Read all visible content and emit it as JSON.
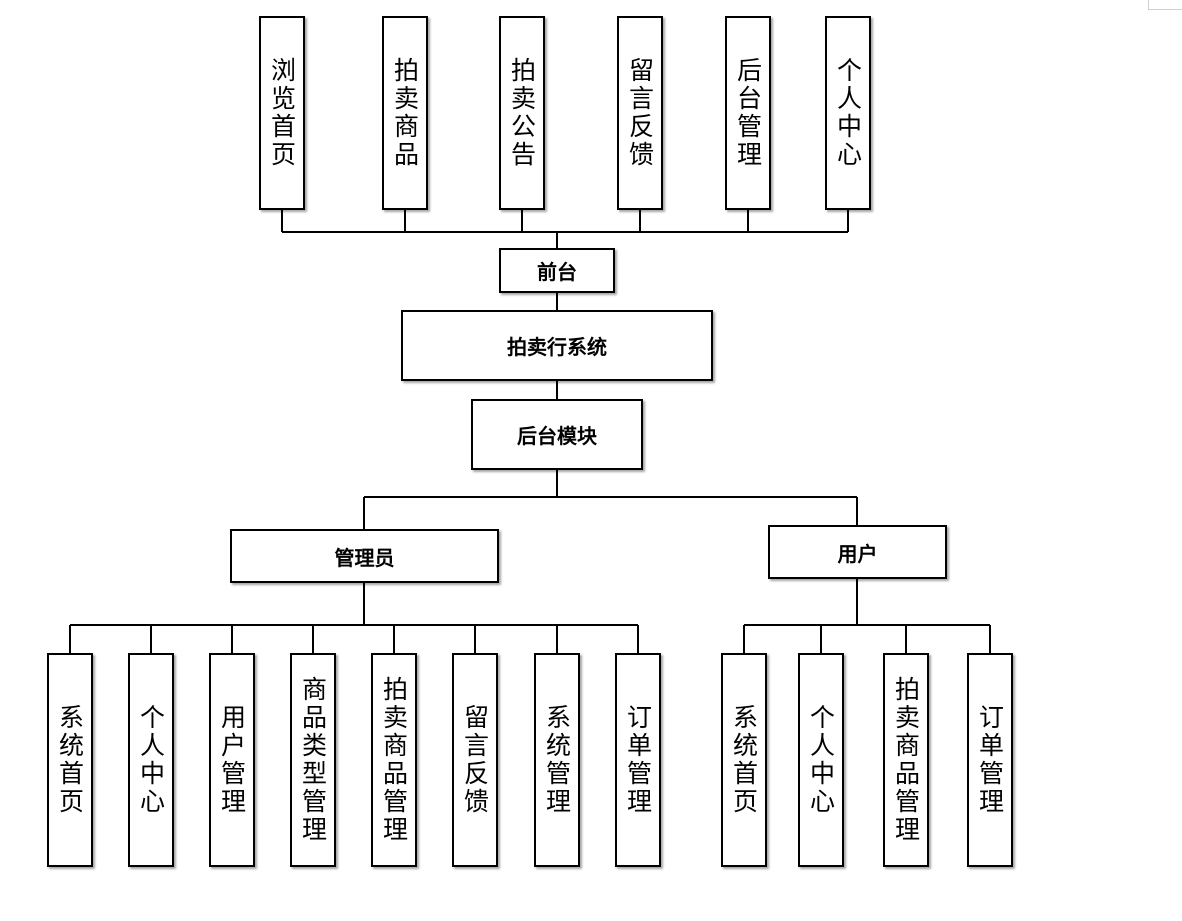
{
  "diagram": {
    "frontend_modules": [
      "浏览首页",
      "拍卖商品",
      "拍卖公告",
      "留言反馈",
      "后台管理",
      "个人中心"
    ],
    "frontend_label": "前台",
    "system_title": "拍卖行系统",
    "backend_label": "后台模块",
    "admin_label": "管理员",
    "user_label": "用户",
    "admin_modules": [
      "系统首页",
      "个人中心",
      "用户管理",
      "商品类型管理",
      "拍卖商品管理",
      "留言反馈",
      "系统管理",
      "订单管理"
    ],
    "user_modules": [
      "系统首页",
      "个人中心",
      "拍卖商品管理",
      "订单管理"
    ],
    "line_color": "#000000",
    "box_border_color": "#000000"
  }
}
